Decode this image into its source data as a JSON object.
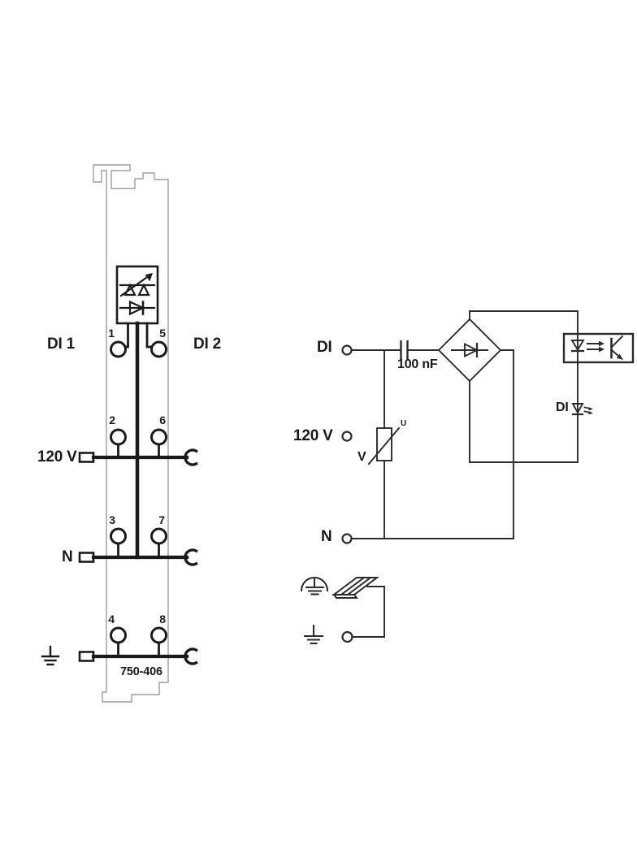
{
  "module": {
    "channel_left_label": "DI 1",
    "channel_right_label": "DI 2",
    "supply_label": "120 V",
    "neutral_label": "N",
    "part_number": "750-406",
    "terminals": {
      "t1": "1",
      "t2": "2",
      "t3": "3",
      "t4": "4",
      "t5": "5",
      "t6": "6",
      "t7": "7",
      "t8": "8"
    }
  },
  "schematic": {
    "input_label": "DI",
    "capacitor_value": "100 nF",
    "supply_label": "120 V",
    "varistor_label": "V",
    "varistor_mark": "U",
    "neutral_label": "N",
    "status_led_label": "DI"
  },
  "symbols": {
    "status_led_display": "dual-led-indicator-icon",
    "protection_diode": "diode-icon",
    "bridge": "bridge-rectifier-icon",
    "capacitor": "capacitor-icon",
    "varistor": "varistor-icon",
    "optocoupler": "optocoupler-icon",
    "status_led": "led-icon",
    "earth": "earth-ground-icon",
    "shielded_earth": "earth-arc-icon",
    "din_rail": "din-rail-3d-icon",
    "jumper_contact": "power-jumper-hook-icon",
    "clamp": "cage-clamp-rect-icon"
  },
  "colors": {
    "background": "#ffffff",
    "line": "#1a1a1a",
    "schematic_line": "#2b2b2b",
    "module_outline": "#9d9d9d"
  }
}
